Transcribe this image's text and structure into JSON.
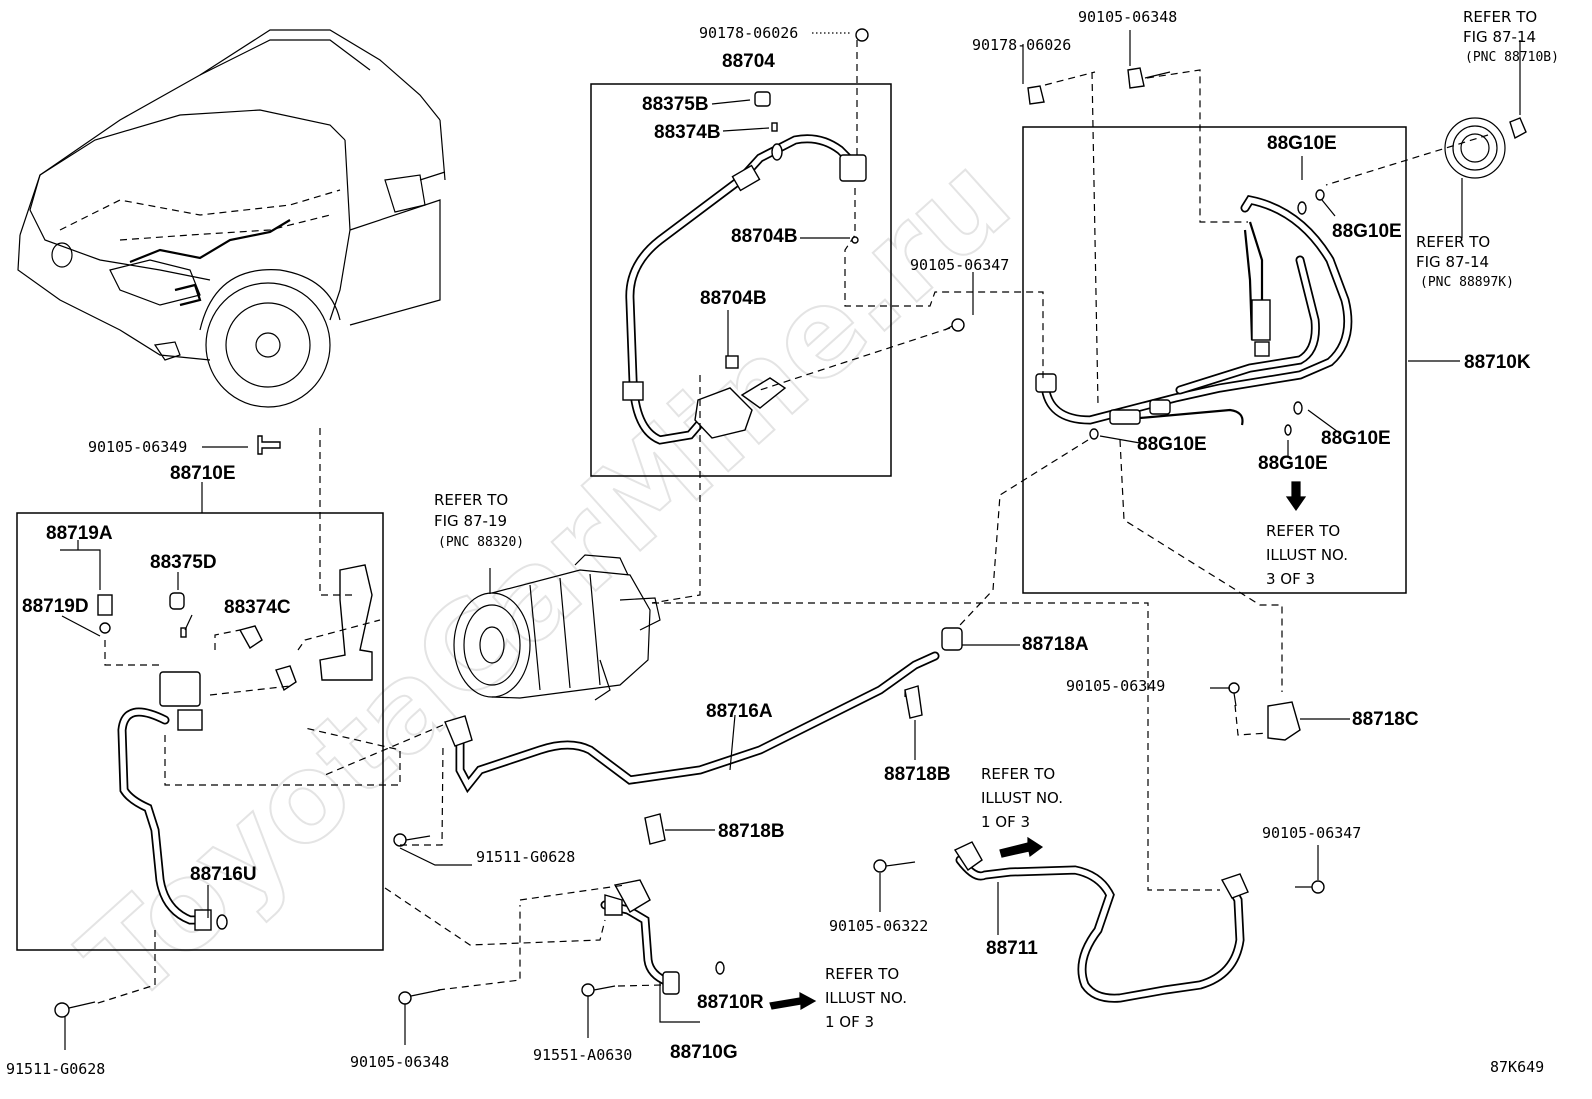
{
  "watermark": "ToyotaCarMine.ru",
  "diagram_code": "87K649",
  "labels": {
    "p90178_06026_a": "90178-06026",
    "p88704": "88704",
    "p88375B": "88375B",
    "p88374B": "88374B",
    "p88704B_a": "88704B",
    "p88704B_b": "88704B",
    "p90178_06026_b": "90178-06026",
    "p90105_06348_top": "90105-06348",
    "p88G10E_1": "88G10E",
    "p88G10E_2": "88G10E",
    "p88G10E_3": "88G10E",
    "p88G10E_4": "88G10E",
    "p88G10E_5": "88G10E",
    "p90105_06347_a": "90105-06347",
    "p88710K": "88710K",
    "p90105_06349_a": "90105-06349",
    "p88710E": "88710E",
    "p88719A": "88719A",
    "p88375D": "88375D",
    "p88719D": "88719D",
    "p88374C": "88374C",
    "p88716U": "88716U",
    "p88718A": "88718A",
    "p88716A": "88716A",
    "p90105_06349_b": "90105-06349",
    "p88718C": "88718C",
    "p88718B_a": "88718B",
    "p88718B_b": "88718B",
    "p91511_G0628_a": "91511-G0628",
    "p90105_06347_b": "90105-06347",
    "p90105_06322": "90105-06322",
    "p88711": "88711",
    "p88710R": "88710R",
    "p88710G": "88710G",
    "p91551_A0630": "91551-A0630",
    "p90105_06348_bot": "90105-06348",
    "p91511_G0628_b": "91511-G0628"
  },
  "refs": {
    "fig_87_14_top": [
      "REFER TO",
      "FIG 87-14",
      "(PNC 88710B)"
    ],
    "fig_87_14_mid": [
      "REFER TO",
      "FIG 87-14",
      "(PNC 88897K)"
    ],
    "fig_87_19": [
      "REFER TO",
      "FIG 87-19",
      "(PNC 88320)"
    ],
    "illust_3of3": [
      "REFER TO",
      "ILLUST NO.",
      "3 OF 3"
    ],
    "illust_1of3_a": [
      "REFER TO",
      "ILLUST NO.",
      "1 OF 3"
    ],
    "illust_1of3_b": [
      "REFER TO",
      "ILLUST NO.",
      "1 OF 3"
    ]
  }
}
